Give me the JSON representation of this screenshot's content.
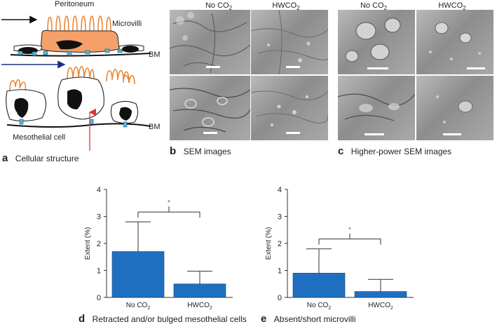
{
  "panel_a": {
    "letter": "a",
    "title": "Cellular structure",
    "labels": {
      "peritoneum": "Peritoneum",
      "microvilli": "Microvilli",
      "bm_top": "BM",
      "bm_bottom": "BM",
      "mesothelial_cell": "Mesothelial cell"
    },
    "colors": {
      "cell_fill_top": "#f4a068",
      "microvilli": "#e8842f",
      "junction": "#5ab4d6",
      "arrow_navy": "#1a2f8a",
      "arrow_red": "#e03030"
    }
  },
  "panel_b": {
    "letter": "b",
    "title": "SEM images",
    "col1": "No CO",
    "col1_sub": "2",
    "col2": "HWCO",
    "col2_sub": "2"
  },
  "panel_c": {
    "letter": "c",
    "title": "Higher-power SEM images",
    "col1": "No CO",
    "col1_sub": "2",
    "col2": "HWCO",
    "col2_sub": "2"
  },
  "chart_data": [
    {
      "id": "d",
      "type": "bar",
      "letter": "d",
      "title": "Retracted and/or bulged mesothelial cells",
      "categories": [
        "No CO2",
        "HWCO2"
      ],
      "category_labels": [
        {
          "main": "No CO",
          "sub": "2"
        },
        {
          "main": "HWCO",
          "sub": "2"
        }
      ],
      "values": [
        1.7,
        0.5
      ],
      "errors": [
        1.1,
        0.47
      ],
      "ylabel": "Extent (%)",
      "ylim": [
        0,
        4
      ],
      "yticks": [
        0,
        1,
        2,
        3,
        4
      ],
      "significance": "*",
      "bar_color": "#1f6fc0",
      "grid": false
    },
    {
      "id": "e",
      "type": "bar",
      "letter": "e",
      "title": "Absent/short microvilli",
      "categories": [
        "No CO2",
        "HWCO2"
      ],
      "category_labels": [
        {
          "main": "No CO",
          "sub": "2"
        },
        {
          "main": "HWCO",
          "sub": "2"
        }
      ],
      "values": [
        0.9,
        0.22
      ],
      "errors": [
        0.9,
        0.45
      ],
      "ylabel": "Extent (%)",
      "ylim": [
        0,
        4
      ],
      "yticks": [
        0,
        1,
        2,
        3,
        4
      ],
      "significance": "*",
      "bar_color": "#1f6fc0",
      "grid": false
    }
  ]
}
